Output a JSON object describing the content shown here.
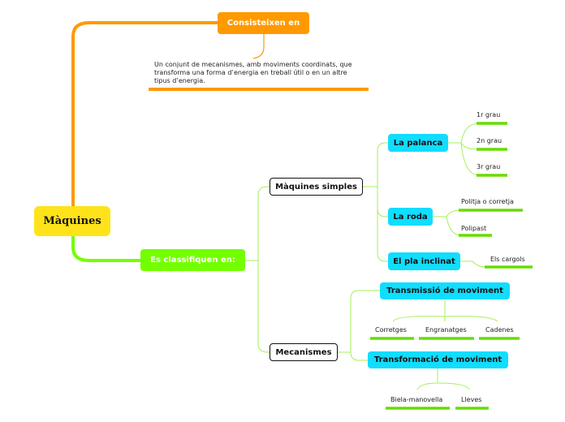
{
  "root": {
    "label": "Màquines"
  },
  "consist": {
    "label": "Consisteixen en",
    "description": "Un conjunt de mecanismes, amb moviments coordinats, que transforma una forma d’energia en treball útil o en un altre tipus d’energia."
  },
  "classify": {
    "label": "Es classifiquen en:",
    "simple": {
      "label": "Màquines simples",
      "palanca": {
        "label": "La palanca",
        "leaves": [
          "1r grau",
          "2n grau",
          "3r grau"
        ]
      },
      "roda": {
        "label": "La roda",
        "leaves": [
          "Politja o corretja",
          "Polipast"
        ]
      },
      "pla": {
        "label": "El pla inclinat",
        "leaves": [
          "Els cargols"
        ]
      }
    },
    "mecanismes": {
      "label": "Mecanismes",
      "transmissio": {
        "label": "Transmissió de moviment",
        "leaves": [
          "Corretges",
          "Engranatges",
          "Cadenes"
        ]
      },
      "transformacio": {
        "label": "Transformació de moviment",
        "leaves": [
          "Biela-manovella",
          "Lleves"
        ]
      }
    }
  },
  "colors": {
    "root": "#ffe31a",
    "orange": "#ff9900",
    "green": "#73ff00",
    "cyan": "#11ddff",
    "leaf_underline": "#66dd00",
    "connector": "#a6f05a"
  }
}
